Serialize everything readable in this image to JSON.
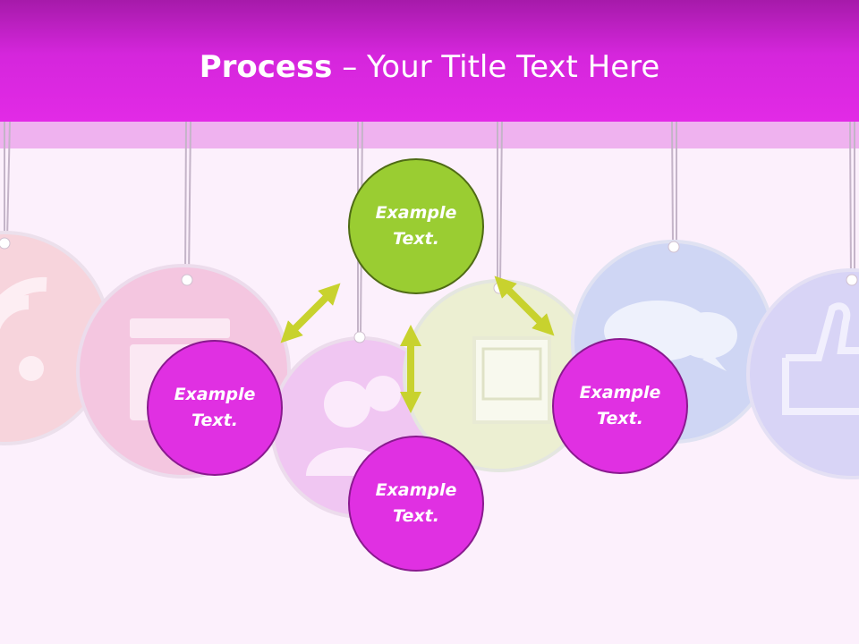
{
  "header": {
    "title_bold": "Process",
    "title_rest": " – Your Title Text Here"
  },
  "nodes": {
    "top": {
      "line1": "Example",
      "line2": "Text."
    },
    "left": {
      "line1": "Example",
      "line2": "Text."
    },
    "bottom": {
      "line1": "Example",
      "line2": "Text."
    },
    "right": {
      "line1": "Example",
      "line2": "Text."
    }
  },
  "colors": {
    "header": "#d526dc",
    "green_node": "#9acd32",
    "magenta_node": "#e030e2",
    "arrow": "#c8d22e"
  },
  "background_tags": [
    "rss-icon",
    "clapperboard-icon",
    "user-group-icon",
    "picture-icon",
    "chat-bubbles-icon",
    "thumbs-up-icon"
  ]
}
